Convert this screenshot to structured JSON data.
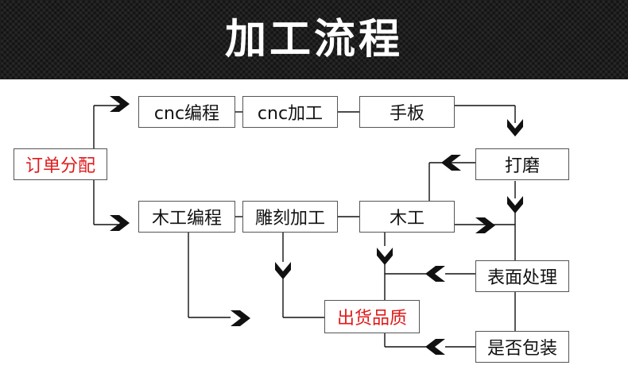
{
  "title": "加工流程",
  "nodes": {
    "order": "订单分配",
    "cnc_program": "cnc编程",
    "cnc_machining": "cnc加工",
    "hand_sample": "手板",
    "grinding": "打磨",
    "wood_program": "木工编程",
    "carving": "雕刻加工",
    "woodwork": "木工",
    "surface": "表面处理",
    "shipping_quality": "出货品质",
    "packaging": "是否包装"
  },
  "colors": {
    "banner": "#141414",
    "highlight": "#e01a1a",
    "line": "#111111"
  }
}
